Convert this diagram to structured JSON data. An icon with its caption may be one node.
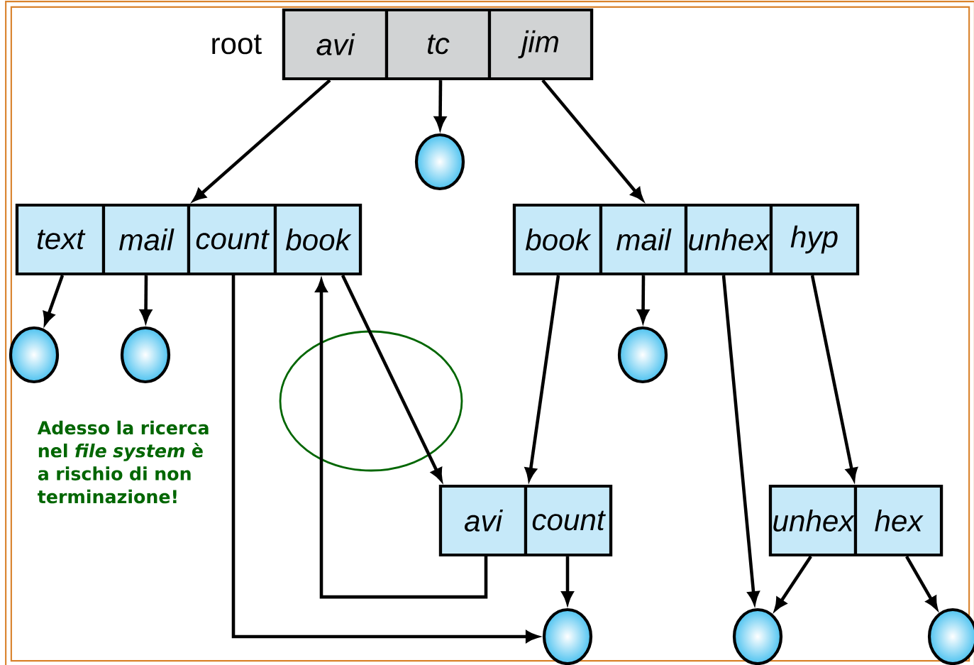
{
  "diagram": {
    "nodes": [
      {
        "text": [],
        "shape": "box",
        "beside": [
          "root"
        ]
      },
      {
        "text": [
          "avi"
        ],
        "in": 0
      },
      {
        "text": [
          "tc"
        ],
        "in": 0
      },
      {
        "text": [
          "jim"
        ],
        "in": 0
      },
      {
        "text": [],
        "shape": "box"
      },
      {
        "text": [
          "text"
        ],
        "in": 4
      },
      {
        "text": [
          "mail"
        ],
        "in": 4
      },
      {
        "text": [
          "count"
        ],
        "in": 4
      },
      {
        "text": [
          "book"
        ],
        "in": 4
      },
      {
        "text": [],
        "shape": "box"
      },
      {
        "text": [
          "book"
        ],
        "in": 9
      },
      {
        "text": [
          "mail"
        ],
        "in": 9
      },
      {
        "text": [
          "unhex"
        ],
        "in": 9
      },
      {
        "text": [
          "hyp"
        ],
        "in": 9
      },
      {
        "text": [],
        "shape": "box"
      },
      {
        "text": [
          "avi"
        ],
        "in": 14
      },
      {
        "text": [
          "count"
        ],
        "in": 14
      },
      {
        "text": [],
        "shape": "box"
      },
      {
        "text": [
          "unhex"
        ],
        "in": 17
      },
      {
        "text": [
          "hex"
        ],
        "in": 17
      },
      {
        "text": [],
        "shape": "circle"
      },
      {
        "text": [],
        "shape": "circle"
      },
      {
        "text": [],
        "shape": "circle"
      },
      {
        "text": [],
        "shape": "circle"
      },
      {
        "text": [],
        "shape": "circle"
      },
      {
        "text": [],
        "shape": "circle"
      },
      {
        "text": [],
        "shape": "circle"
      }
    ],
    "edges": [
      {
        "from": 1,
        "to": 4,
        "arrow": "to"
      },
      {
        "from": 2,
        "to": 20,
        "arrow": "to"
      },
      {
        "from": 3,
        "to": 9,
        "arrow": "to"
      },
      {
        "from": 5,
        "to": 21,
        "arrow": "to"
      },
      {
        "from": 6,
        "to": 22,
        "arrow": "to"
      },
      {
        "from": 7,
        "to": 24,
        "arrow": "to"
      },
      {
        "from": 8,
        "to": 14,
        "arrow": "to"
      },
      {
        "from": 10,
        "to": 14,
        "arrow": "to"
      },
      {
        "from": 11,
        "to": 23,
        "arrow": "to"
      },
      {
        "from": 12,
        "to": 25,
        "arrow": "to"
      },
      {
        "from": 13,
        "to": 17,
        "arrow": "to"
      },
      {
        "from": 15,
        "to": 4,
        "arrow": "to"
      },
      {
        "from": 16,
        "to": 24,
        "arrow": "to"
      },
      {
        "from": 18,
        "to": 25,
        "arrow": "to"
      },
      {
        "from": 19,
        "to": 26,
        "arrow": "to"
      }
    ],
    "labels": [
      "Adesso la ricerca nel *file system* è a rischio di non terminazione!"
    ]
  }
}
